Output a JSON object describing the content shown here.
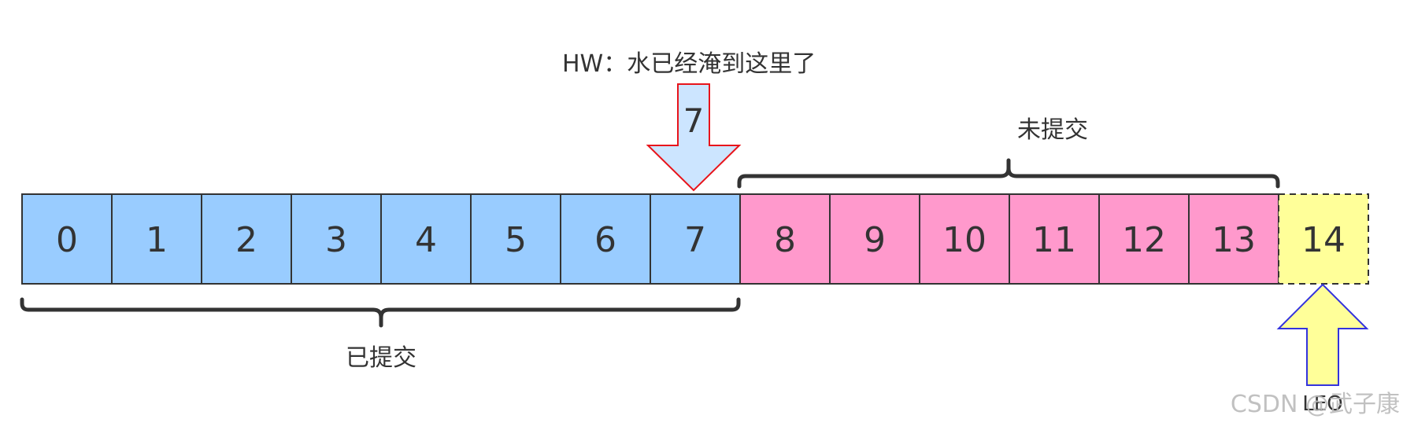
{
  "hw_label": "HW：水已经淹到这里了",
  "hw_value": "7",
  "uncommitted_label": "未提交",
  "committed_label": "已提交",
  "leo_label": "LEO",
  "watermark": "CSDN @武子康",
  "cells": [
    {
      "label": "0",
      "state": "committed"
    },
    {
      "label": "1",
      "state": "committed"
    },
    {
      "label": "2",
      "state": "committed"
    },
    {
      "label": "3",
      "state": "committed"
    },
    {
      "label": "4",
      "state": "committed"
    },
    {
      "label": "5",
      "state": "committed"
    },
    {
      "label": "6",
      "state": "committed"
    },
    {
      "label": "7",
      "state": "committed"
    },
    {
      "label": "8",
      "state": "uncommitted"
    },
    {
      "label": "9",
      "state": "uncommitted"
    },
    {
      "label": "10",
      "state": "uncommitted"
    },
    {
      "label": "11",
      "state": "uncommitted"
    },
    {
      "label": "12",
      "state": "uncommitted"
    },
    {
      "label": "13",
      "state": "uncommitted"
    },
    {
      "label": "14",
      "state": "next"
    }
  ],
  "colors": {
    "committed": "#99ccff",
    "uncommitted": "#ff99cc",
    "next": "#ffff99",
    "hw_arrow_fill": "#cce5ff",
    "hw_arrow_stroke": "#e8141b",
    "leo_arrow_fill": "#ffff99",
    "leo_arrow_stroke": "#3333dd",
    "border": "#333333",
    "text": "#333333"
  }
}
